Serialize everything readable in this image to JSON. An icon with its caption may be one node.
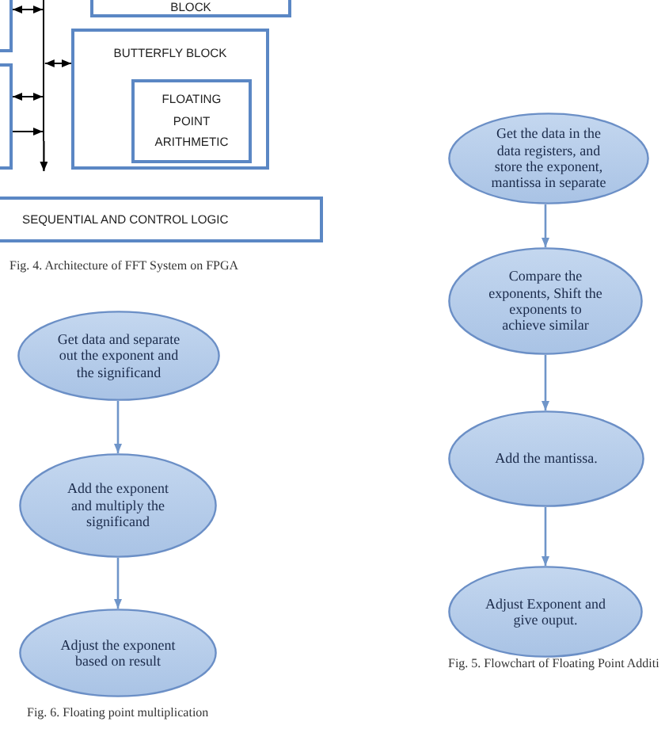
{
  "diagram": {
    "nodes": [
      {
        "text": [],
        "shape": "box"
      },
      {
        "text": [
          "BLOCK"
        ]
      },
      {
        "text": [],
        "shape": "bar"
      },
      {
        "text": [
          "BUTTERFLY BLOCK"
        ]
      },
      {
        "text": [
          "FLOATING POINT ARITHMETIC"
        ],
        "in": 3
      },
      {
        "text": [],
        "shape": "box"
      },
      {
        "text": [
          "SEQUENTIAL AND CONTROL LOGIC"
        ]
      },
      {
        "text": [
          "Get the data in the data registers, and store the exponent, mantissa in separate"
        ]
      },
      {
        "text": [
          "Compare the exponents, Shift the exponents to achieve similar"
        ]
      },
      {
        "text": [
          "Add the mantissa."
        ]
      },
      {
        "text": [
          "Adjust Exponent and give ouput."
        ]
      },
      {
        "text": [
          "Get data and separate out the exponent and the significand"
        ]
      },
      {
        "text": [
          "Add the exponent and multiply the significand"
        ]
      },
      {
        "text": [
          "Adjust the exponent based on result"
        ]
      }
    ],
    "edges": [
      {
        "from": 0,
        "to": 2,
        "arrow": "both"
      },
      {
        "from": 2,
        "to": 3,
        "arrow": "both"
      },
      {
        "from": 5,
        "to": 2,
        "arrow": "both"
      },
      {
        "from": 5,
        "to": 2,
        "arrow": "to"
      },
      {
        "from": 2,
        "to": null,
        "arrow": "to"
      },
      {
        "from": 7,
        "to": 8,
        "arrow": "to",
        "color": "#6f95c9"
      },
      {
        "from": 8,
        "to": 9,
        "arrow": "to",
        "color": "#6f95c9"
      },
      {
        "from": 9,
        "to": 10,
        "arrow": "to",
        "color": "#6f95c9"
      },
      {
        "from": 11,
        "to": 12,
        "arrow": "to",
        "color": "#6f95c9"
      },
      {
        "from": 12,
        "to": 13,
        "arrow": "to",
        "color": "#6f95c9"
      }
    ],
    "labels": [
      "Fig. 4. Architecture of FFT System on FPGA",
      "Fig. 5. Flowchart of Floating Point Additi",
      "Fig. 6. Floating point multiplication"
    ]
  }
}
